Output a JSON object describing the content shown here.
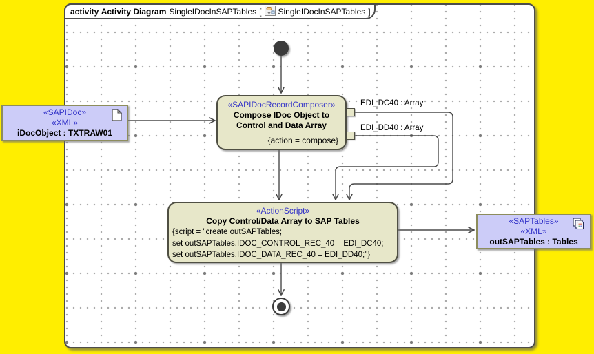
{
  "frame": {
    "keyword": "activity",
    "diagram_type": "Activity Diagram",
    "diagram_name": "SingleIDocInSAPTables",
    "bracket_open": "[",
    "bracket_ref": "SingleIDocInSAPTables",
    "bracket_close": "]"
  },
  "nodes": {
    "input_object": {
      "stereotypes": [
        "«SAPIDoc»",
        "«XML»"
      ],
      "name": "iDocObject : TXTRAW01",
      "icon": "document-icon"
    },
    "compose_action": {
      "stereotype": "«SAPIDocRecordComposer»",
      "name_line1": "Compose IDoc Object to",
      "name_line2": "Control and Data Array",
      "tagged_value": "{action = compose}"
    },
    "pins": [
      {
        "label": "EDI_DC40 : Array"
      },
      {
        "label": "EDI_DD40 : Array"
      }
    ],
    "copy_action": {
      "stereotype": "«ActionScript»",
      "name": "Copy Control/Data Array to SAP Tables",
      "script_lines": [
        "{script = \"create outSAPTables;",
        "set outSAPTables.IDOC_CONTROL_REC_40 = EDI_DC40;",
        "set outSAPTables.IDOC_DATA_REC_40 = EDI_DD40;\"}"
      ]
    },
    "output_object": {
      "stereotypes": [
        "«SAPTables»",
        "«XML»"
      ],
      "name": "outSAPTables : Tables",
      "icon": "copy-icon"
    }
  },
  "colors": {
    "background": "#ffee00",
    "canvas": "#ffffff",
    "action_fill": "#e7e7c9",
    "object_fill": "#ccccf8",
    "object_border": "#8d8d5d",
    "stereotype_text": "#3232c8",
    "edge": "#4a4a4a"
  }
}
